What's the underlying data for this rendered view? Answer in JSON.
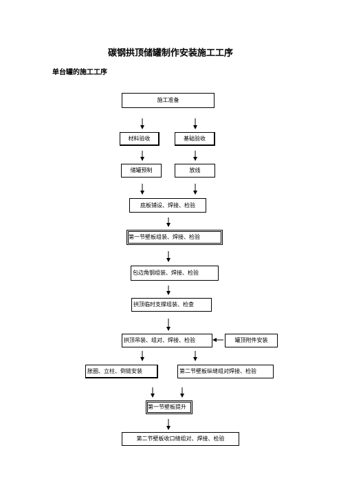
{
  "document": {
    "title": "碳钢拱顶储罐制作安装施工工序",
    "subtitle": "单台罐的施工工序"
  },
  "flowchart": {
    "steps": {
      "prep": "施工准备",
      "material_check": "材料验收",
      "foundation_check": "基础验收",
      "tank_prefab": "储罐预制",
      "layout": "放线",
      "bottom_plate": "底板铺设、焊接、检验",
      "wall1_assembly": "第一节壁板组装、焊接、检验",
      "angle_steel": "包边角钢组装、焊接、检验",
      "roof_temp_support": "拱顶临时支撑组装、检查",
      "roof_lifting": "拱顶吊装、组对、焊接、检验",
      "roof_accessories": "罐顶附件安装",
      "hoop_column": "胀圈、立柱、倒链安装",
      "wall2_longitudinal": "第二节壁板纵缝组对焊接、检验",
      "wall1_lift": "第一节壁板提升",
      "wall2_girth": "第二节壁板收口缝组对、焊接、检验"
    }
  }
}
